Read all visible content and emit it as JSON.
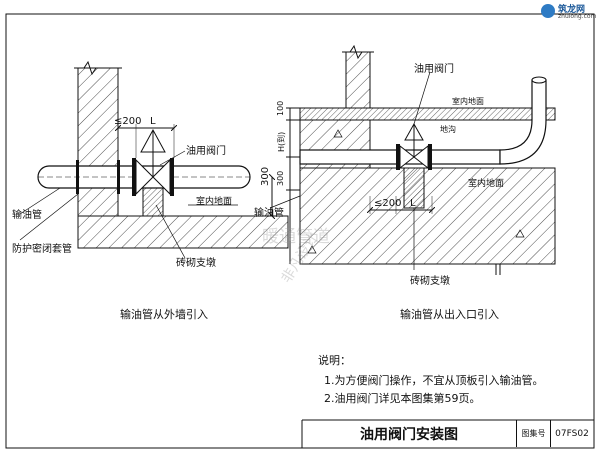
{
  "logo": {
    "name": "筑龙网",
    "url": "zhulong.com"
  },
  "left_view": {
    "dim_le200": "≤200",
    "dim_L": "L",
    "dim_300": "300",
    "label_valve": "油用阀门",
    "label_floor": "室内地面",
    "label_pipe": "输油管",
    "label_sleeve": "防护密闭套管",
    "label_support": "砖砌支墩",
    "caption": "输油管从外墙引入"
  },
  "right_view": {
    "label_valve": "油用阀门",
    "label_floor_top": "室内地面",
    "label_trench": "地沟",
    "dim_100": "100",
    "dim_H": "H(到)",
    "dim_300": "300",
    "dim_le200": "≤200",
    "dim_L": "L",
    "label_floor": "室内地面",
    "label_pipe": "输油管",
    "label_support": "砖砌支墩",
    "caption": "输油管从出入口引入"
  },
  "notes": {
    "heading": "说明：",
    "items": [
      "1.为方便阀门操作，不宜从顶板引入输油管。",
      "2.油用阀门详见本图集第59页。"
    ]
  },
  "title_block": {
    "title": "油用阀门安装图",
    "atlas_label": "图集号",
    "atlas_no": "07FS02"
  },
  "watermark": {
    "line1": "暖通管道",
    "line2": "非凡设计"
  }
}
